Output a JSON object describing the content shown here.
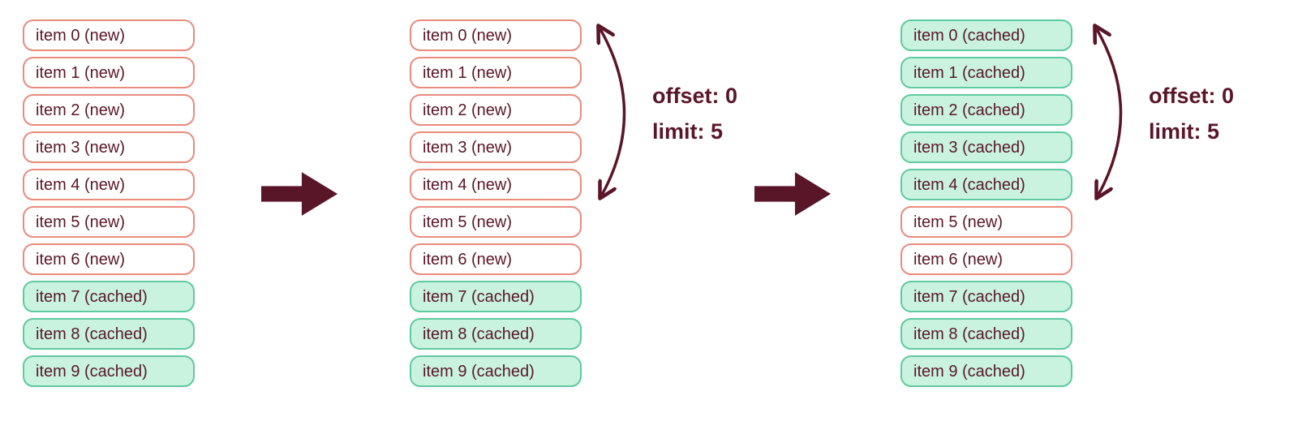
{
  "colors": {
    "maroon": "#5a1629",
    "new_border": "#e98b7d",
    "new_bg": "#ffffff",
    "cached_border": "#5fc9a1",
    "cached_bg": "#c9f3df"
  },
  "stages": [
    {
      "name": "stage-1",
      "items": [
        {
          "label": "item 0 (new)",
          "state": "new"
        },
        {
          "label": "item 1 (new)",
          "state": "new"
        },
        {
          "label": "item 2 (new)",
          "state": "new"
        },
        {
          "label": "item 3 (new)",
          "state": "new"
        },
        {
          "label": "item 4 (new)",
          "state": "new"
        },
        {
          "label": "item 5 (new)",
          "state": "new"
        },
        {
          "label": "item 6 (new)",
          "state": "new"
        },
        {
          "label": "item 7 (cached)",
          "state": "cached"
        },
        {
          "label": "item 8 (cached)",
          "state": "cached"
        },
        {
          "label": "item 9 (cached)",
          "state": "cached"
        }
      ]
    },
    {
      "name": "stage-2",
      "items": [
        {
          "label": "item 0 (new)",
          "state": "new"
        },
        {
          "label": "item 1 (new)",
          "state": "new"
        },
        {
          "label": "item 2 (new)",
          "state": "new"
        },
        {
          "label": "item 3 (new)",
          "state": "new"
        },
        {
          "label": "item 4 (new)",
          "state": "new"
        },
        {
          "label": "item 5 (new)",
          "state": "new"
        },
        {
          "label": "item 6 (new)",
          "state": "new"
        },
        {
          "label": "item 7 (cached)",
          "state": "cached"
        },
        {
          "label": "item 8 (cached)",
          "state": "cached"
        },
        {
          "label": "item 9 (cached)",
          "state": "cached"
        }
      ],
      "annotation": {
        "offset_label": "offset: 0",
        "limit_label": "limit: 5"
      }
    },
    {
      "name": "stage-3",
      "items": [
        {
          "label": "item 0 (cached)",
          "state": "cached"
        },
        {
          "label": "item 1 (cached)",
          "state": "cached"
        },
        {
          "label": "item 2 (cached)",
          "state": "cached"
        },
        {
          "label": "item 3 (cached)",
          "state": "cached"
        },
        {
          "label": "item 4 (cached)",
          "state": "cached"
        },
        {
          "label": "item 5 (new)",
          "state": "new"
        },
        {
          "label": "item 6 (new)",
          "state": "new"
        },
        {
          "label": "item 7 (cached)",
          "state": "cached"
        },
        {
          "label": "item 8 (cached)",
          "state": "cached"
        },
        {
          "label": "item 9 (cached)",
          "state": "cached"
        }
      ],
      "annotation": {
        "offset_label": "offset: 0",
        "limit_label": "limit: 5"
      }
    }
  ]
}
